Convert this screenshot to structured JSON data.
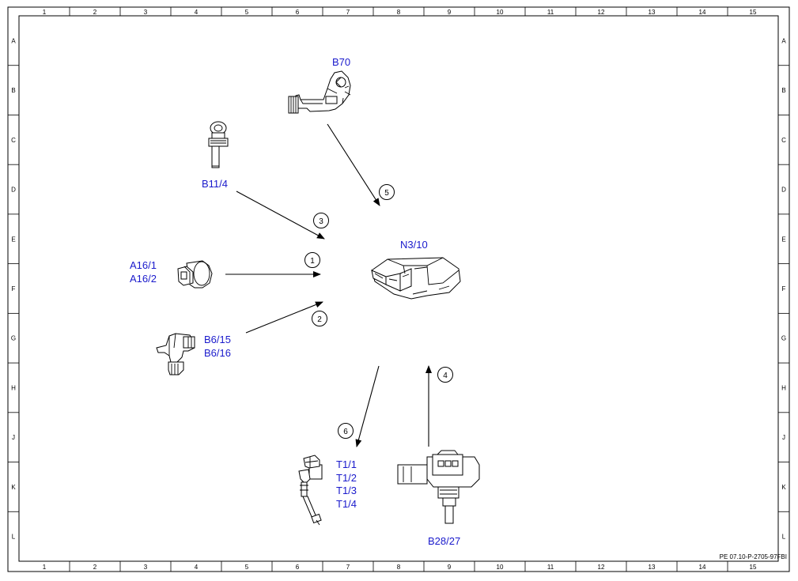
{
  "frame": {
    "columns": [
      "1",
      "2",
      "3",
      "4",
      "5",
      "6",
      "7",
      "8",
      "9",
      "10",
      "11",
      "12",
      "13",
      "14",
      "15"
    ],
    "rows": [
      "A",
      "B",
      "C",
      "D",
      "E",
      "F",
      "G",
      "H",
      "J",
      "K",
      "L"
    ],
    "drawing_code": "PE 07.10-P-2705-97FBI"
  },
  "components": {
    "b70": {
      "label": "B70"
    },
    "b11_4": {
      "label": "B11/4"
    },
    "n3_10": {
      "label": "N3/10"
    },
    "a16": {
      "lines": [
        "A16/1",
        "A16/2"
      ]
    },
    "b6": {
      "lines": [
        "B6/15",
        "B6/16"
      ]
    },
    "t1": {
      "lines": [
        "T1/1",
        "T1/2",
        "T1/3",
        "T1/4"
      ]
    },
    "b28_27": {
      "label": "B28/27"
    }
  },
  "signals": [
    {
      "id": "1",
      "label": "1"
    },
    {
      "id": "2",
      "label": "2"
    },
    {
      "id": "3",
      "label": "3"
    },
    {
      "id": "4",
      "label": "4"
    },
    {
      "id": "5",
      "label": "5"
    },
    {
      "id": "6",
      "label": "6"
    }
  ],
  "colors": {
    "label": "#1a1acc",
    "line": "#000000"
  }
}
